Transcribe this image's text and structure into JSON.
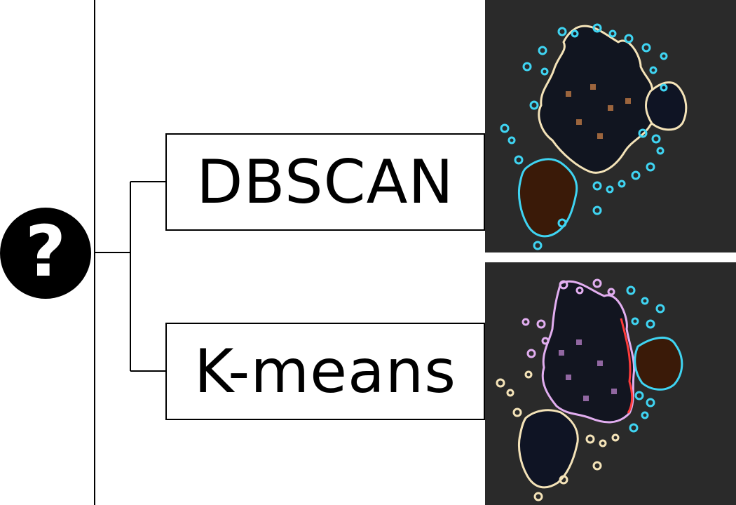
{
  "root": {
    "icon": "question-mark-circle-icon",
    "glyph": "?"
  },
  "branches": [
    {
      "label": "DBSCAN",
      "thumbnail": "dbscan-cluster-result-image"
    },
    {
      "label": "K-means",
      "thumbnail": "kmeans-cluster-result-image"
    }
  ],
  "colors": {
    "line": "#000000",
    "thumb_bg": "#2a2a2a",
    "cyan": "#3fd4f2",
    "cream": "#f4e3b8",
    "pink": "#e2aef0",
    "red": "#ff3b3b",
    "blob_dark": "#1a1f2b",
    "blob_brown": "#3a1a08"
  }
}
